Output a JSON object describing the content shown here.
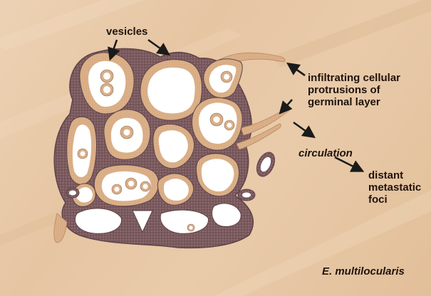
{
  "labels": {
    "vesicles": "vesicles",
    "infiltrating": [
      "infiltrating cellular",
      "protrusions of",
      "germinal layer"
    ],
    "circulation": "circulation",
    "distant": [
      "distant",
      "metastatic",
      "foci"
    ],
    "species": "E. multilocularis"
  },
  "colors": {
    "background": "#e8c9a7",
    "wall_outer": "#7a5a5e",
    "germinal_layer": "#dcb28a",
    "cavity": "#ffffff",
    "arrow": "#1a1a1a"
  }
}
